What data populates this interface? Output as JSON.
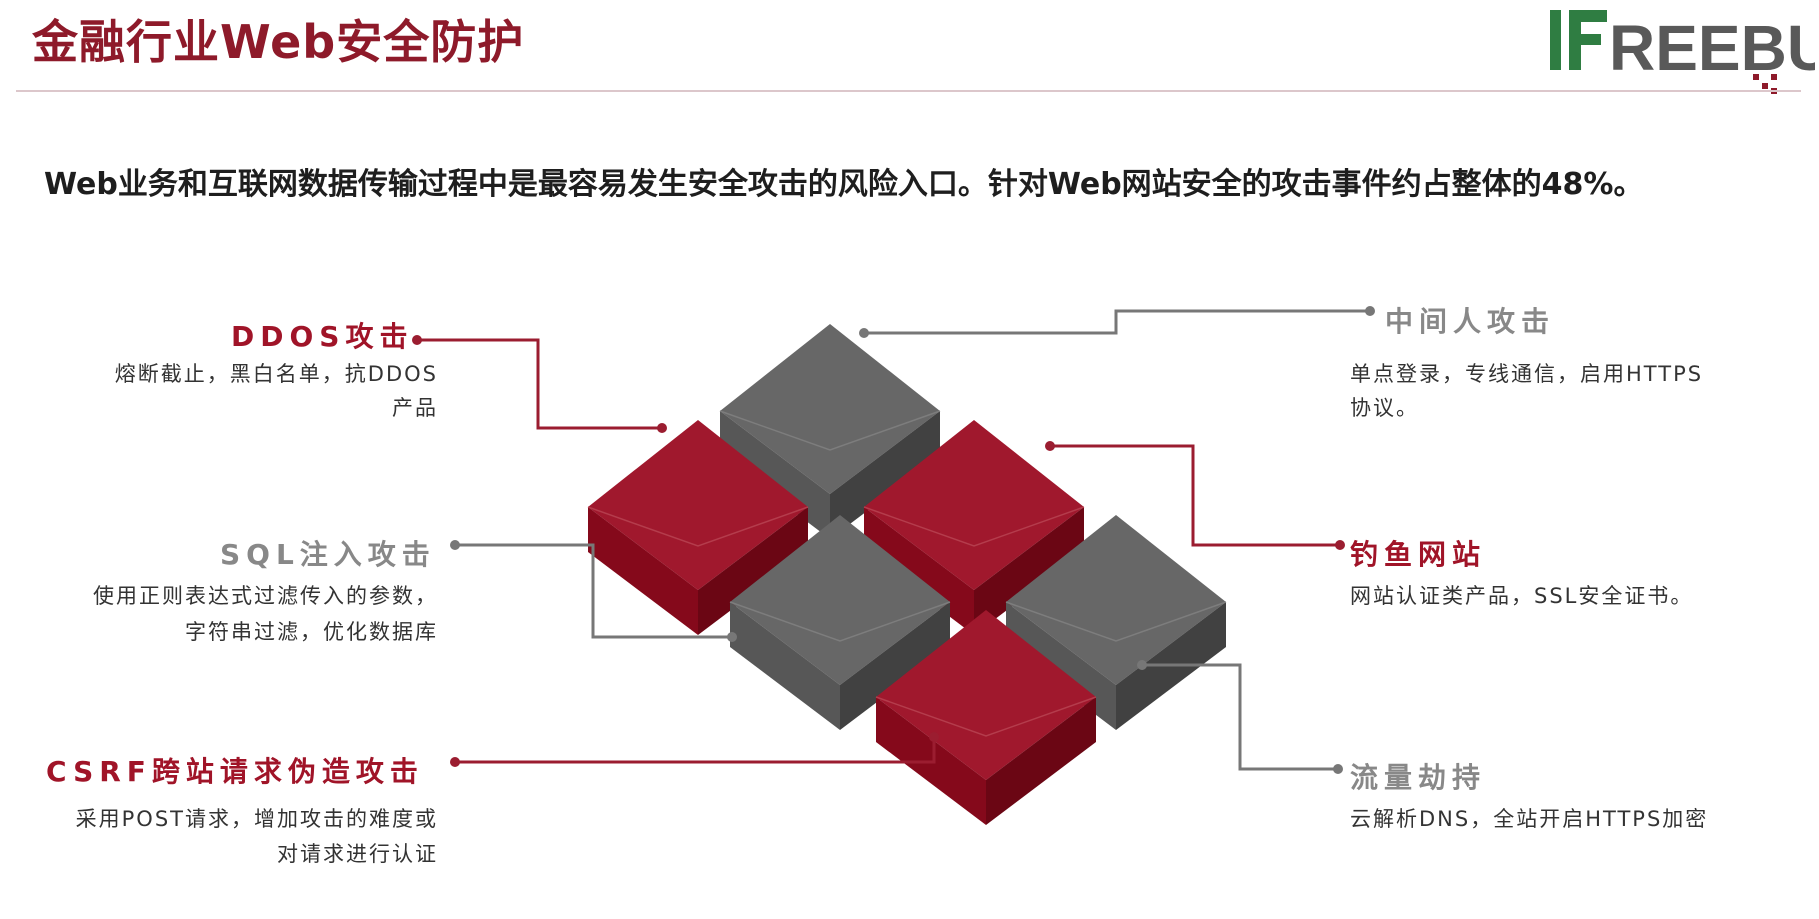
{
  "header": {
    "title": "金融行业Web安全防护",
    "logo_text": "FREEBUF"
  },
  "intro": {
    "text": "Web业务和互联网数据传输过程中是最容易发生安全攻击的风险入口。针对Web网站安全的攻击事件约占整体的48%。"
  },
  "colors": {
    "accent_red": "#8e1a2a",
    "cube_red": "#8d0c1f",
    "cube_gray": "#5f5f5f",
    "logo_green": "#2f7d42",
    "logo_gray": "#595959"
  },
  "threats": {
    "ddos": {
      "title": "DDOS攻击",
      "desc1": "熔断截止，黑白名单，抗DDOS",
      "desc2": "产品"
    },
    "mitm": {
      "title": "中间人攻击",
      "desc1": "单点登录，专线通信，启用HTTPS",
      "desc2": "协议。"
    },
    "sql": {
      "title": "SQL注入攻击",
      "desc1": "使用正则表达式过滤传入的参数，",
      "desc2": "字符串过滤，优化数据库"
    },
    "phishing": {
      "title": "钓鱼网站",
      "desc1": "网站认证类产品，SSL安全证书。"
    },
    "csrf": {
      "title": "CSRF跨站请求伪造攻击",
      "desc1": "采用POST请求，增加攻击的难度或",
      "desc2": "对请求进行认证"
    },
    "hijack": {
      "title": "流量劫持",
      "desc1": "云解析DNS，全站开启HTTPS加密"
    }
  }
}
